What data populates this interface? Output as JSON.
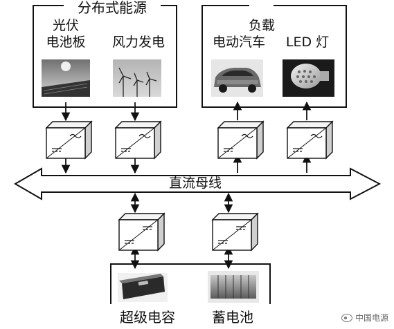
{
  "sources": {
    "group_title": "分布式能源",
    "pv_label_line1": "光伏",
    "pv_label_line2": "电池板",
    "wind_label": "风力发电"
  },
  "loads": {
    "group_title": "负载",
    "ev_label": "电动汽车",
    "led_label": "LED 灯"
  },
  "bus_label": "直流母线",
  "storage": {
    "supercap_label": "超级电容",
    "battery_label": "蓄电池"
  },
  "watermark": "中国电源",
  "icons": [
    "converter-icon",
    "bidirectional-arrow-icon",
    "down-arrow-icon",
    "up-arrow-icon"
  ]
}
